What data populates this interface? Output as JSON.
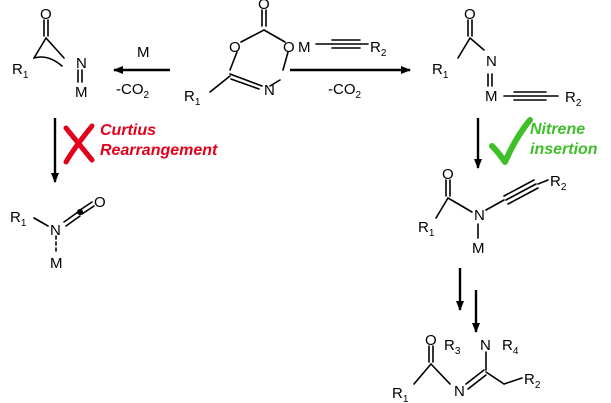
{
  "atoms": {
    "O": "O",
    "N": "N",
    "M": "M",
    "R": "R",
    "s1": "1",
    "s2": "2",
    "s3": "3",
    "s4": "4"
  },
  "conditions": {
    "metal": "M",
    "decarboxylation_prefix": "-CO",
    "co2_subscript": "2"
  },
  "outcomes": {
    "failed_label_line1": "Curtius",
    "failed_label_line2": "Rearrangement",
    "success_label_line1": "Nitrene",
    "success_label_line2": "insertion"
  },
  "colors": {
    "fail": "#e3001b",
    "success": "#3fbf2a",
    "ink": "#000000"
  },
  "icons": {
    "fail_mark": "cross-icon",
    "success_mark": "checkmark-icon"
  }
}
